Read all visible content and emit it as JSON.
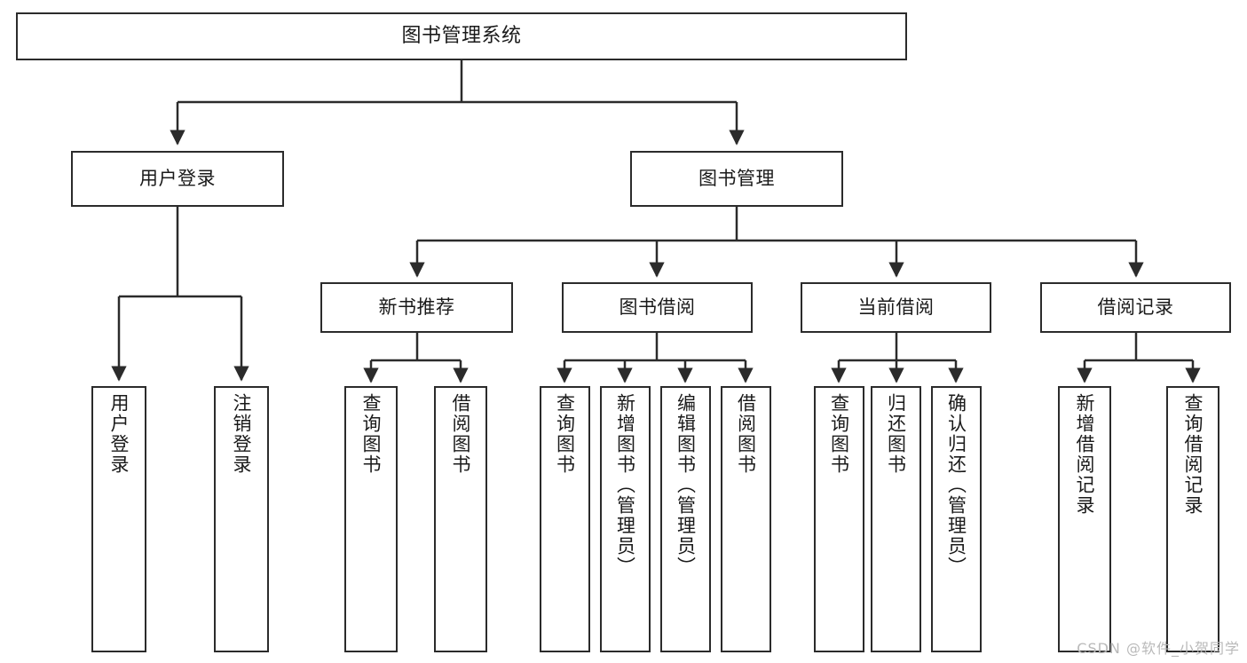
{
  "diagram": {
    "title": "图书管理系统",
    "type": "tree",
    "watermark": "CSDN @软件_小贺同学",
    "colors": {
      "stroke": "#2b2b2b",
      "fill": "#ffffff",
      "text": "#1a1a1a",
      "watermark": "#b9b9b9"
    },
    "nodes": {
      "root": {
        "label": "图书管理系统"
      },
      "level2": [
        {
          "label": "用户登录"
        },
        {
          "label": "图书管理"
        }
      ],
      "level3": [
        {
          "label": "新书推荐"
        },
        {
          "label": "图书借阅"
        },
        {
          "label": "当前借阅"
        },
        {
          "label": "借阅记录"
        }
      ],
      "leaves": {
        "user_login": [
          {
            "label": "用户登录"
          },
          {
            "label": "注销登录"
          }
        ],
        "new_book": [
          {
            "label": "查询图书"
          },
          {
            "label": "借阅图书"
          }
        ],
        "book_borrow": [
          {
            "label": "查询图书"
          },
          {
            "label": "新增图书（管理员）"
          },
          {
            "label": "编辑图书（管理员）"
          },
          {
            "label": "借阅图书"
          }
        ],
        "current_borrow": [
          {
            "label": "查询图书"
          },
          {
            "label": "归还图书"
          },
          {
            "label": "确认归还（管理员）"
          }
        ],
        "borrow_record": [
          {
            "label": "新增借阅记录"
          },
          {
            "label": "查询借阅记录"
          }
        ]
      }
    }
  }
}
